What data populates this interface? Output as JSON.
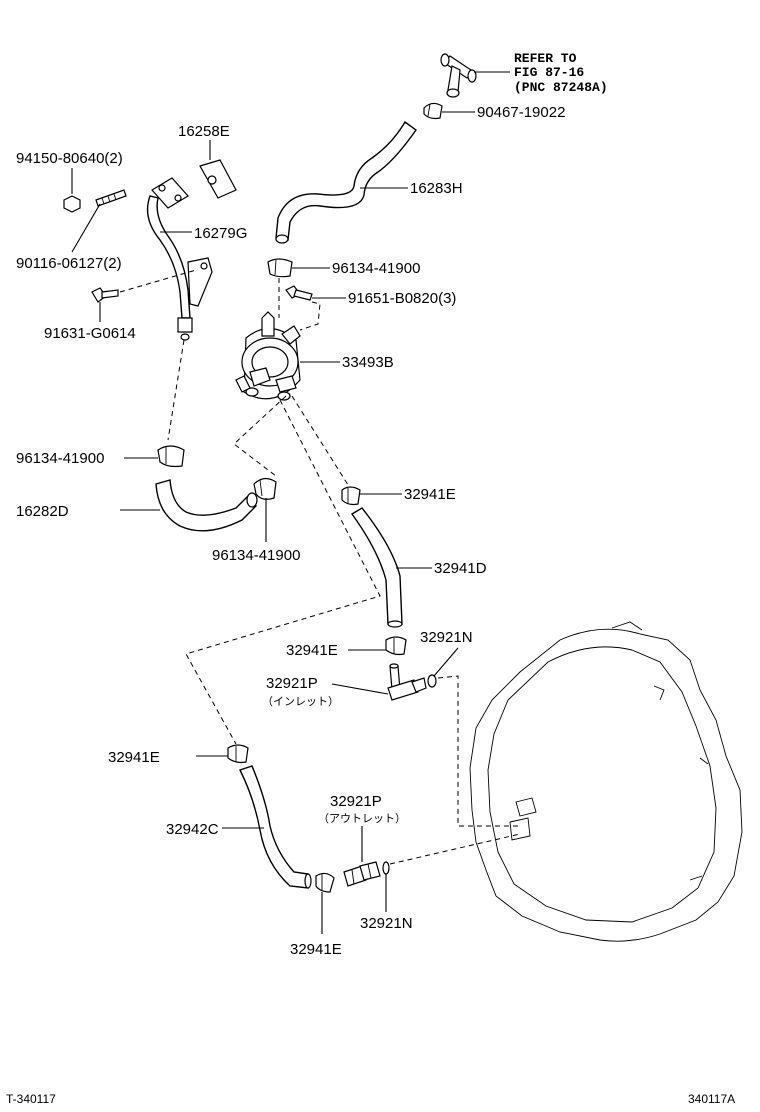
{
  "diagram": {
    "reference_note": {
      "line1": "REFER TO",
      "line2": "FIG 87-16",
      "line3": "(PNC 87248A)"
    },
    "labels": {
      "p_90467_19022": "90467-19022",
      "p_16258E": "16258E",
      "p_94150_80640": "94150-80640(2)",
      "p_16283H": "16283H",
      "p_16279G": "16279G",
      "p_90116_06127": "90116-06127(2)",
      "p_96134_41900_a": "96134-41900",
      "p_91651_B0820": "91651-B0820(3)",
      "p_91631_G0614": "91631-G0614",
      "p_33493B": "33493B",
      "p_96134_41900_b": "96134-41900",
      "p_32941E_a": "32941E",
      "p_16282D": "16282D",
      "p_96134_41900_c": "96134-41900",
      "p_32941D": "32941D",
      "p_32941E_b": "32941E",
      "p_32921N_a": "32921N",
      "p_32921P_a": "32921P",
      "p_32921P_a_sub": "（インレット）",
      "p_32941E_c": "32941E",
      "p_32921P_b": "32921P",
      "p_32921P_b_sub": "（アウトレット）",
      "p_32942C": "32942C",
      "p_32921N_b": "32921N",
      "p_32941E_d": "32941E"
    },
    "footer": {
      "left": "T-340117",
      "right": "340117A"
    }
  }
}
